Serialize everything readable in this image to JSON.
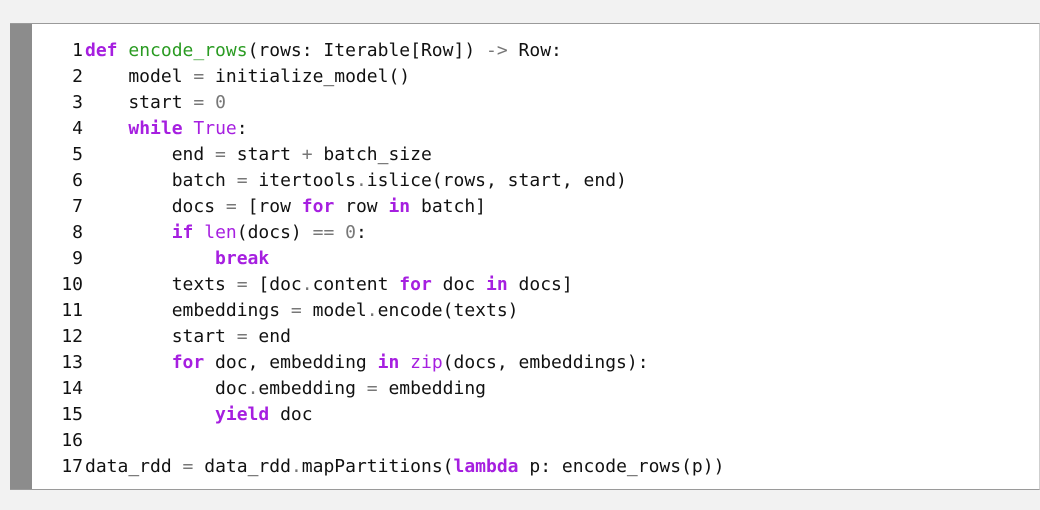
{
  "code": {
    "lines": [
      {
        "num": "1",
        "tokens": [
          {
            "t": "def",
            "c": "kw"
          },
          {
            "t": " "
          },
          {
            "t": "encode_rows",
            "c": "fn"
          },
          {
            "t": "(rows: Iterable[Row]) "
          },
          {
            "t": "->",
            "c": "op"
          },
          {
            "t": " Row:"
          }
        ]
      },
      {
        "num": "2",
        "tokens": [
          {
            "t": "    model "
          },
          {
            "t": "=",
            "c": "op"
          },
          {
            "t": " initialize_model()"
          }
        ]
      },
      {
        "num": "3",
        "tokens": [
          {
            "t": "    start "
          },
          {
            "t": "=",
            "c": "op"
          },
          {
            "t": " "
          },
          {
            "t": "0",
            "c": "num"
          }
        ]
      },
      {
        "num": "4",
        "tokens": [
          {
            "t": "    "
          },
          {
            "t": "while",
            "c": "kw"
          },
          {
            "t": " "
          },
          {
            "t": "True",
            "c": "bi"
          },
          {
            "t": ":"
          }
        ]
      },
      {
        "num": "5",
        "tokens": [
          {
            "t": "        end "
          },
          {
            "t": "=",
            "c": "op"
          },
          {
            "t": " start "
          },
          {
            "t": "+",
            "c": "op"
          },
          {
            "t": " batch_size"
          }
        ]
      },
      {
        "num": "6",
        "tokens": [
          {
            "t": "        batch "
          },
          {
            "t": "=",
            "c": "op"
          },
          {
            "t": " itertools"
          },
          {
            "t": ".",
            "c": "op"
          },
          {
            "t": "islice(rows, start, end)"
          }
        ]
      },
      {
        "num": "7",
        "tokens": [
          {
            "t": "        docs "
          },
          {
            "t": "=",
            "c": "op"
          },
          {
            "t": " [row "
          },
          {
            "t": "for",
            "c": "kw"
          },
          {
            "t": " row "
          },
          {
            "t": "in",
            "c": "kw"
          },
          {
            "t": " batch]"
          }
        ]
      },
      {
        "num": "8",
        "tokens": [
          {
            "t": "        "
          },
          {
            "t": "if",
            "c": "kw"
          },
          {
            "t": " "
          },
          {
            "t": "len",
            "c": "bi"
          },
          {
            "t": "(docs) "
          },
          {
            "t": "==",
            "c": "op"
          },
          {
            "t": " "
          },
          {
            "t": "0",
            "c": "num"
          },
          {
            "t": ":"
          }
        ]
      },
      {
        "num": "9",
        "tokens": [
          {
            "t": "            "
          },
          {
            "t": "break",
            "c": "kw"
          }
        ]
      },
      {
        "num": "10",
        "tokens": [
          {
            "t": "        texts "
          },
          {
            "t": "=",
            "c": "op"
          },
          {
            "t": " [doc"
          },
          {
            "t": ".",
            "c": "op"
          },
          {
            "t": "content "
          },
          {
            "t": "for",
            "c": "kw"
          },
          {
            "t": " doc "
          },
          {
            "t": "in",
            "c": "kw"
          },
          {
            "t": " docs]"
          }
        ]
      },
      {
        "num": "11",
        "tokens": [
          {
            "t": "        embeddings "
          },
          {
            "t": "=",
            "c": "op"
          },
          {
            "t": " model"
          },
          {
            "t": ".",
            "c": "op"
          },
          {
            "t": "encode(texts)"
          }
        ]
      },
      {
        "num": "12",
        "tokens": [
          {
            "t": "        start "
          },
          {
            "t": "=",
            "c": "op"
          },
          {
            "t": " end"
          }
        ]
      },
      {
        "num": "13",
        "tokens": [
          {
            "t": "        "
          },
          {
            "t": "for",
            "c": "kw"
          },
          {
            "t": " doc, embedding "
          },
          {
            "t": "in",
            "c": "kw"
          },
          {
            "t": " "
          },
          {
            "t": "zip",
            "c": "bi"
          },
          {
            "t": "(docs, embeddings):"
          }
        ]
      },
      {
        "num": "14",
        "tokens": [
          {
            "t": "            doc"
          },
          {
            "t": ".",
            "c": "op"
          },
          {
            "t": "embedding "
          },
          {
            "t": "=",
            "c": "op"
          },
          {
            "t": " embedding"
          }
        ]
      },
      {
        "num": "15",
        "tokens": [
          {
            "t": "            "
          },
          {
            "t": "yield",
            "c": "kw"
          },
          {
            "t": " doc"
          }
        ]
      },
      {
        "num": "16",
        "tokens": []
      },
      {
        "num": "17",
        "tokens": [
          {
            "t": "data_rdd "
          },
          {
            "t": "=",
            "c": "op"
          },
          {
            "t": " data_rdd"
          },
          {
            "t": ".",
            "c": "op"
          },
          {
            "t": "mapPartitions("
          },
          {
            "t": "lambda",
            "c": "kw"
          },
          {
            "t": " p: encode_rows(p))"
          }
        ]
      }
    ]
  }
}
